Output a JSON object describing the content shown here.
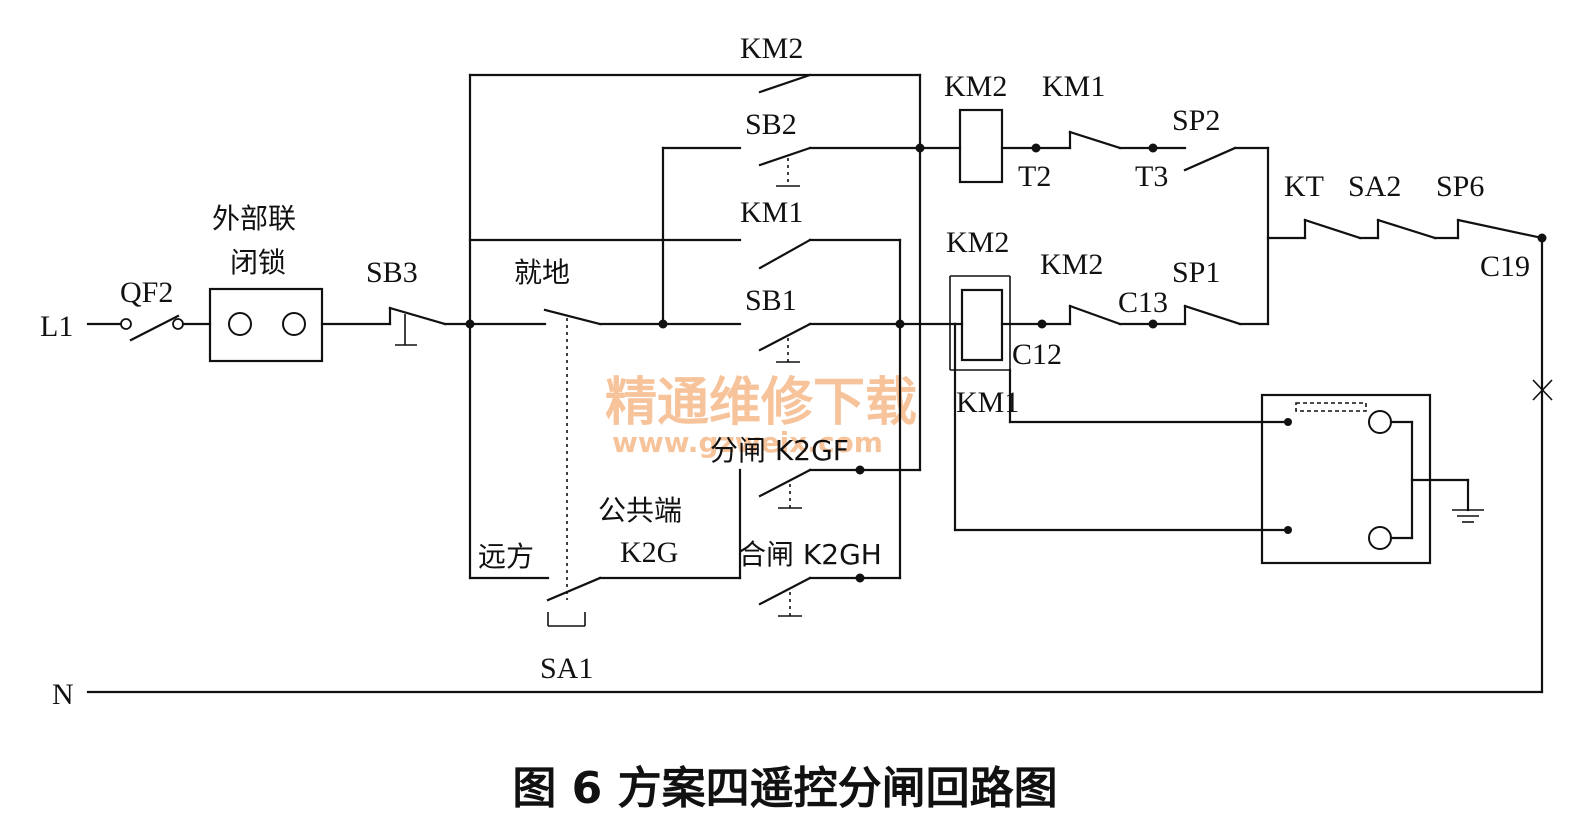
{
  "labels": {
    "l1": "L1",
    "n": "N",
    "qf2": "QF2",
    "ext_interlock_1": "外部联",
    "ext_interlock_2": "闭锁",
    "sb3": "SB3",
    "local": "就地",
    "remote": "远方",
    "km2_top": "KM2",
    "sb2": "SB2",
    "km1_mid": "KM1",
    "sb1": "SB1",
    "km2_coil": "KM2",
    "t2": "T2",
    "km1_contact": "KM1",
    "t3": "T3",
    "sp2": "SP2",
    "km2_coil2": "KM2",
    "km2_contact": "KM2",
    "c12": "C12",
    "km1_coil": "KM1",
    "c13": "C13",
    "sp1": "SP1",
    "kt": "KT",
    "sa2": "SA2",
    "sp6": "SP6",
    "c19": "C19",
    "open_k2gf": "分闸 K2GF",
    "common": "公共端",
    "k2g": "K2G",
    "close_k2gh": "合闸 K2GH",
    "sa1": "SA1"
  },
  "watermark": {
    "text": "精通维修下载",
    "url": "www.gzweix.com"
  },
  "caption": "图 6   方案四遥控分闸回路图"
}
